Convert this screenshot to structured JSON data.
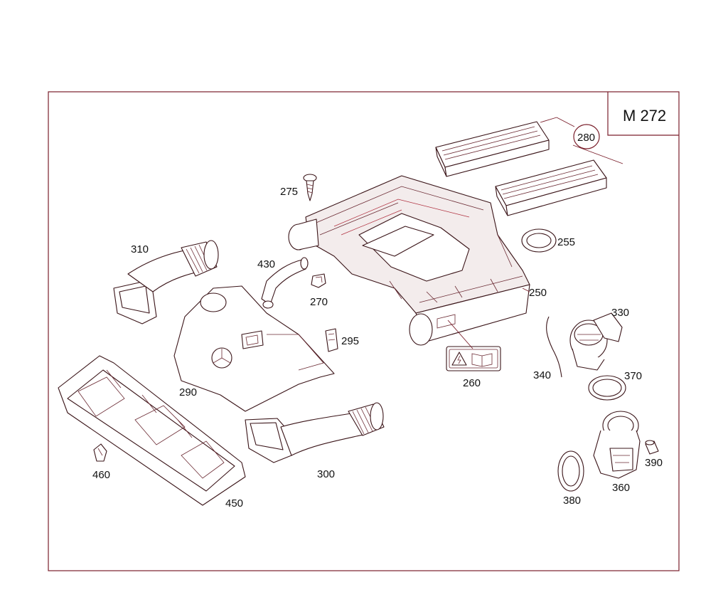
{
  "title": "M 272",
  "callout_circle_label": "280",
  "labels": {
    "p250": "250",
    "p255": "255",
    "p260": "260",
    "p270": "270",
    "p275": "275",
    "p280": "280",
    "p290": "290",
    "p295": "295",
    "p300": "300",
    "p310": "310",
    "p330": "330",
    "p340": "340",
    "p360": "360",
    "p370": "370",
    "p380": "380",
    "p390": "390",
    "p430": "430",
    "p450": "450",
    "p460": "460"
  },
  "colors": {
    "frame": "#7a1f2b",
    "line": "#3a1418",
    "accent": "#b0303f"
  }
}
